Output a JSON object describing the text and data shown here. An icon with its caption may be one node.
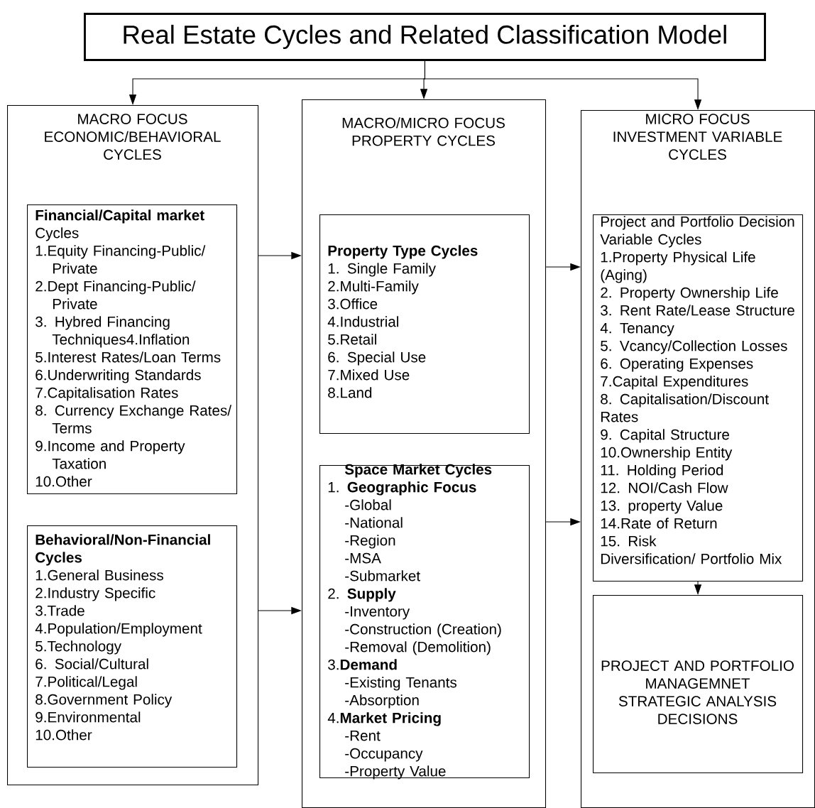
{
  "diagram": {
    "nodes": [
      {
        "text": [
          "Real Estate Cycles and Related Classification Model"
        ]
      },
      {
        "text": [
          "MACRO FOCUS ECONOMIC/BEHAVIORAL CYCLES"
        ]
      },
      {
        "text": [
          "MACRO/MICRO FOCUS PROPERTY CYCLES"
        ]
      },
      {
        "text": [
          "MICRO FOCUS INVESTMENT VARIABLE CYCLES"
        ]
      },
      {
        "text": [
          "**Financial/Capital market** Cycles",
          "1.Equity Financing-Public/ Private",
          "2.Dept Financing-Public/ Private",
          "3. Hybred Financing Techniques4.Inflation",
          "5.Interest Rates/Loan Terms",
          "6.Underwriting Standards",
          "7.Capitalisation Rates",
          "8. Currency Exchange Rates/ Terms",
          "9.Income and Property Taxation",
          "10.Other"
        ],
        "in": 1
      },
      {
        "text": [
          "Behavioral/Non-Financial Cycles",
          "1.General Business",
          "2.Industry Specific",
          "3.Trade",
          "4.Population/Employment",
          "5.Technology",
          "6. Social/Cultural",
          "7.Political/Legal",
          "8.Government Policy",
          "9.Environmental",
          "10.Other"
        ],
        "in": 1
      },
      {
        "text": [
          "Property Type Cycles",
          "1. Single Family",
          "2.Multi-Family",
          "3.Office",
          "4.Industrial",
          "5.Retail",
          "6. Special Use",
          "7.Mixed Use",
          "8.Land"
        ],
        "in": 2
      },
      {
        "text": [
          "Space Market Cycles",
          "1. **Geographic Focus**",
          "-Global",
          "-National",
          "-Region",
          "-MSA",
          "-Submarket",
          "2. **Supply**",
          "-Inventory",
          "-Construction (Creation)",
          "-Removal (Demolition)",
          "3.**Demand**",
          "-Existing Tenants",
          "-Absorption",
          "4.**Market Pricing**",
          "-Rent",
          "-Occupancy",
          "-Property Value"
        ],
        "in": 2
      },
      {
        "text": [
          "Project and Portfolio Decision Variable Cycles",
          "1.Property Physical Life (Aging)",
          "2. Property Ownership Life",
          "3. Rent Rate/Lease Structure",
          "4. Tenancy",
          "5. Vcancy/Collection Losses",
          "6. Operating Expenses",
          "7.Capital Expenditures",
          "8. Capitalisation/Discount Rates",
          "9. Capital Structure",
          "10.Ownership Entity",
          "11. Holding Period",
          "12. NOI/Cash Flow",
          "13. property Value",
          "14.Rate of Return",
          "15. Risk",
          "Diversification/ Portfolio Mix"
        ],
        "in": 3
      },
      {
        "text": [
          "PROJECT AND PORTFOLIO MANAGEMNET STRATEGIC ANALYSIS DECISIONS"
        ],
        "in": 3
      }
    ],
    "edges": [
      {
        "from": 0,
        "to": 1,
        "arrow": "to"
      },
      {
        "from": 0,
        "to": 2,
        "arrow": "to"
      },
      {
        "from": 0,
        "to": 3,
        "arrow": "to"
      },
      {
        "from": 1,
        "to": 2,
        "arrow": "to"
      },
      {
        "from": 1,
        "to": 2,
        "arrow": "to"
      },
      {
        "from": 2,
        "to": 3,
        "arrow": "to"
      },
      {
        "from": 2,
        "to": 3,
        "arrow": "to"
      },
      {
        "from": 8,
        "to": 9,
        "arrow": "to"
      }
    ]
  }
}
